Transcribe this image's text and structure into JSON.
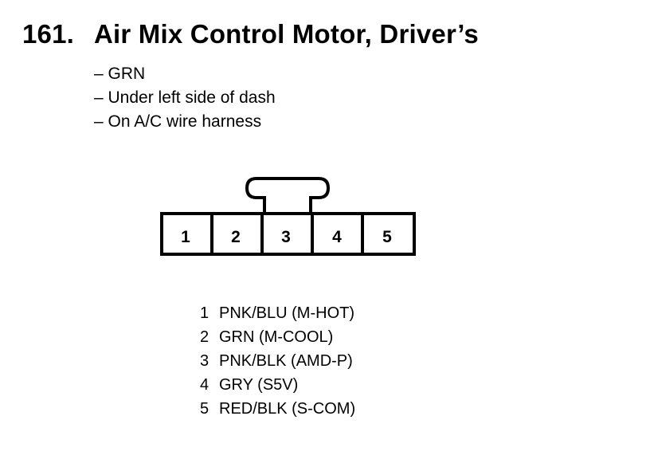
{
  "title": {
    "number": "161.",
    "text": "Air Mix Control Motor, Driver’s"
  },
  "notes": [
    "– GRN",
    "– Under left side of dash",
    "– On A/C wire harness"
  ],
  "connector": {
    "cavities": [
      "1",
      "2",
      "3",
      "4",
      "5"
    ]
  },
  "pinout": [
    {
      "pin": "1",
      "wire": "PNK/BLU (M-HOT)"
    },
    {
      "pin": "2",
      "wire": "GRN (M-COOL)"
    },
    {
      "pin": "3",
      "wire": "PNK/BLK (AMD-P)"
    },
    {
      "pin": "4",
      "wire": "GRY (S5V)"
    },
    {
      "pin": "5",
      "wire": "RED/BLK (S-COM)"
    }
  ]
}
